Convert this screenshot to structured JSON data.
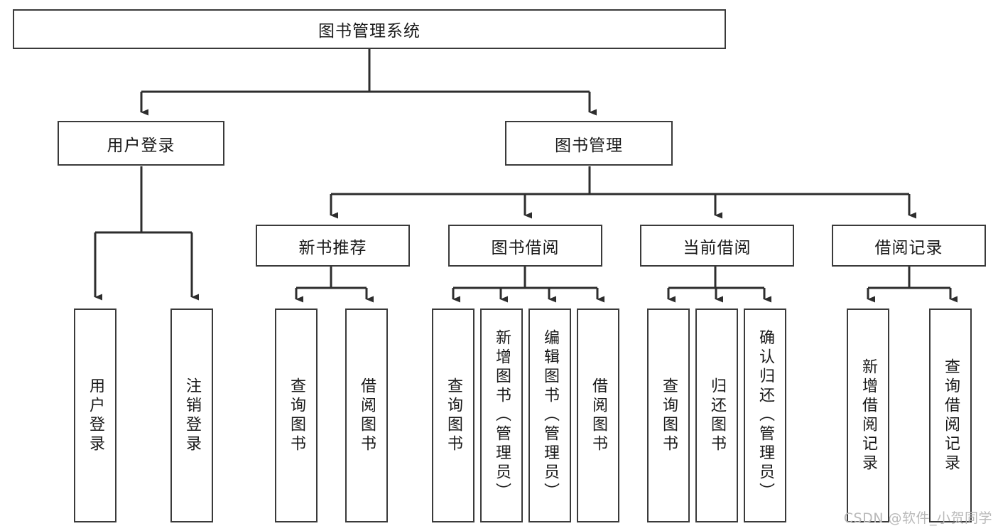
{
  "diagram": {
    "type": "tree-hierarchy",
    "title": "图书管理系统",
    "watermark": "CSDN @软件_小贺同学",
    "colors": {
      "background": "#ffffff",
      "box_border": "#3a3a3a",
      "connector": "#2d2d2d",
      "text": "#1a1a1a",
      "watermark": "#b9b9b9"
    },
    "levels": {
      "root": {
        "label": "图书管理系统"
      },
      "level2": [
        {
          "id": "user-login",
          "label": "用户登录"
        },
        {
          "id": "book-management",
          "label": "图书管理"
        }
      ],
      "level3": [
        {
          "id": "new-book-recommend",
          "label": "新书推荐",
          "parent": "book-management"
        },
        {
          "id": "book-borrow",
          "label": "图书借阅",
          "parent": "book-management"
        },
        {
          "id": "current-borrow",
          "label": "当前借阅",
          "parent": "book-management"
        },
        {
          "id": "borrow-record",
          "label": "借阅记录",
          "parent": "book-management"
        }
      ],
      "leaves": [
        {
          "id": "leaf-user-login",
          "label": "用户登录",
          "parent": "user-login"
        },
        {
          "id": "leaf-logout",
          "label": "注销登录",
          "parent": "user-login"
        },
        {
          "id": "leaf-query-book-1",
          "label": "查询图书",
          "parent": "new-book-recommend"
        },
        {
          "id": "leaf-borrow-book-1",
          "label": "借阅图书",
          "parent": "new-book-recommend"
        },
        {
          "id": "leaf-query-book-2",
          "label": "查询图书",
          "parent": "book-borrow"
        },
        {
          "id": "leaf-add-book",
          "label": "新增图书（管理员）",
          "parent": "book-borrow"
        },
        {
          "id": "leaf-edit-book",
          "label": "编辑图书（管理员）",
          "parent": "book-borrow"
        },
        {
          "id": "leaf-borrow-book-2",
          "label": "借阅图书",
          "parent": "book-borrow"
        },
        {
          "id": "leaf-query-book-3",
          "label": "查询图书",
          "parent": "current-borrow"
        },
        {
          "id": "leaf-return-book",
          "label": "归还图书",
          "parent": "current-borrow"
        },
        {
          "id": "leaf-confirm-return",
          "label": "确认归还（管理员）",
          "parent": "current-borrow"
        },
        {
          "id": "leaf-add-record",
          "label": "新增借阅记录",
          "parent": "borrow-record"
        },
        {
          "id": "leaf-query-record",
          "label": "查询借阅记录",
          "parent": "borrow-record"
        }
      ]
    }
  }
}
